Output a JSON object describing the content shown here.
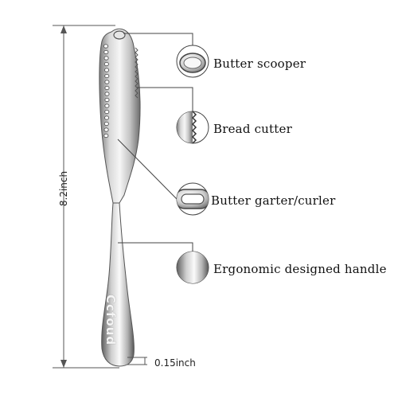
{
  "annotations": [
    {
      "id": "scooper",
      "label": "Butter scooper",
      "icon": "butter-scooper-detail-icon"
    },
    {
      "id": "cutter",
      "label": "Bread cutter",
      "icon": "serrated-edge-detail-icon"
    },
    {
      "id": "garter",
      "label": "Butter garter/curler",
      "icon": "curler-hole-detail-icon"
    },
    {
      "id": "handle",
      "label": "Ergonomic designed handle",
      "icon": "handle-detail-icon"
    }
  ],
  "dimensions": {
    "height": "8.2inch",
    "thickness": "0.15inch"
  },
  "brand": "Ccfoud",
  "colors": {
    "background": "#ffffff",
    "steel_light": "#f2f2f2",
    "steel_mid": "#b8b8b8",
    "steel_dark": "#6a6a6a",
    "line": "#555555"
  }
}
